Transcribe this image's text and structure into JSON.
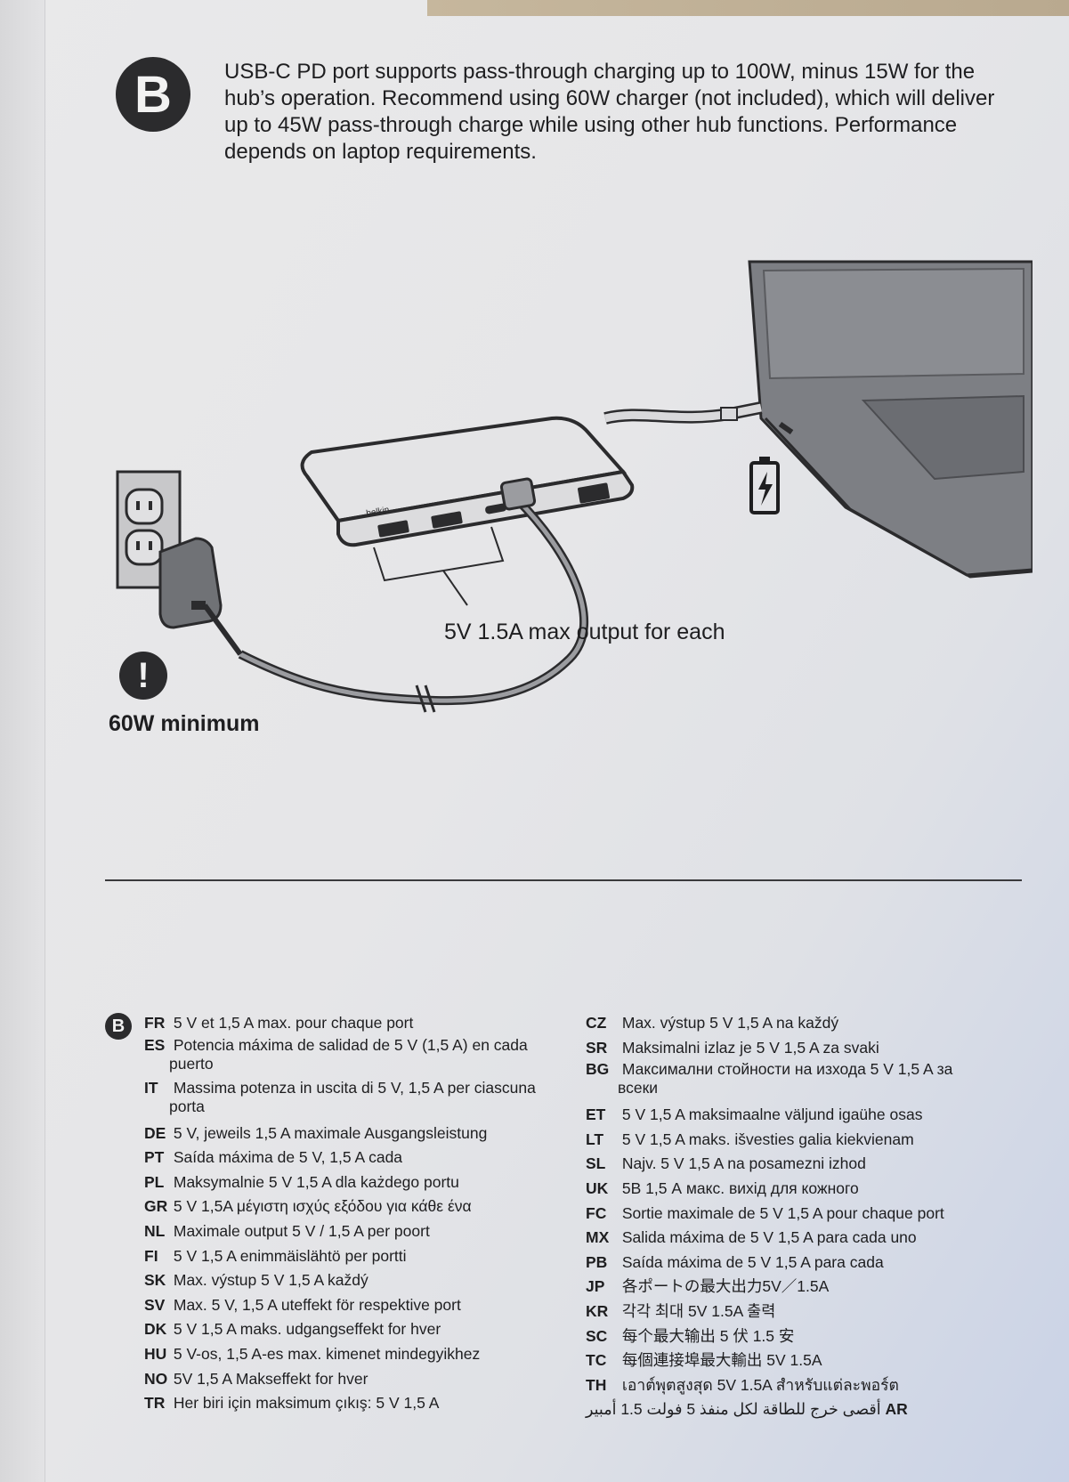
{
  "section_badge": "B",
  "intro_text": "USB-C PD port supports pass-through charging up to 100W, minus 15W for the hub’s operation. Recommend using 60W charger (not included), which will deliver up to 45W pass-through charge while using other hub functions. Performance depends on laptop requirements.",
  "diagram": {
    "hub_brand": "belkin",
    "warning_symbol": "!",
    "charger_label": "60W minimum",
    "output_label": "5V 1.5A max output for each",
    "colors": {
      "ink": "#2b2b2d",
      "line": "#3a3a3c"
    }
  },
  "translations_left": [
    {
      "code": "FR",
      "text": "5 V et 1,5 A max. pour chaque port"
    },
    {
      "code": "ES",
      "text": "Potencia máxima de salidad de 5 V (1,5 A) en cada puerto"
    },
    {
      "code": "IT",
      "text": "Massima potenza in uscita di 5 V, 1,5 A per ciascuna porta"
    },
    {
      "code": "DE",
      "text": "5 V, jeweils 1,5 A maximale Ausgangsleistung"
    },
    {
      "code": "PT",
      "text": "Saída máxima de 5 V, 1,5 A cada"
    },
    {
      "code": "PL",
      "text": "Maksymalnie 5 V 1,5 A dla każdego portu"
    },
    {
      "code": "GR",
      "text": "5 V 1,5A μέγιστη ισχύς εξόδου για κάθε ένα"
    },
    {
      "code": "NL",
      "text": "Maximale output 5 V / 1,5 A per poort"
    },
    {
      "code": "FI",
      "text": "5 V 1,5 A enimmäislähtö per portti"
    },
    {
      "code": "SK",
      "text": "Max. výstup 5 V 1,5 A každý"
    },
    {
      "code": "SV",
      "text": "Max. 5 V, 1,5 A uteffekt för respektive port"
    },
    {
      "code": "DK",
      "text": "5 V 1,5 A maks. udgangseffekt for hver"
    },
    {
      "code": "HU",
      "text": "5 V-os, 1,5 A-es max. kimenet mindegyikhez"
    },
    {
      "code": "NO",
      "text": "5V 1,5 A Makseffekt for hver"
    },
    {
      "code": "TR",
      "text": "Her biri için maksimum çıkış: 5 V 1,5 A"
    }
  ],
  "translations_right": [
    {
      "code": "CZ",
      "text": "Max. výstup 5 V 1,5 A na každý"
    },
    {
      "code": "SR",
      "text": "Maksimalni izlaz je 5 V 1,5 A za svaki"
    },
    {
      "code": "BG",
      "text": "Максимални стойности на изхода 5 V 1,5 A за всеки"
    },
    {
      "code": "ET",
      "text": "5 V 1,5 A maksimaalne väljund igaühe osas"
    },
    {
      "code": "LT",
      "text": "5 V 1,5 A maks. išvesties galia kiekvienam"
    },
    {
      "code": "SL",
      "text": "Najv. 5 V 1,5 A na posamezni izhod"
    },
    {
      "code": "UK",
      "text": "5В 1,5 А макс. вихід для кожного"
    },
    {
      "code": "FC",
      "text": "Sortie maximale de 5 V 1,5 A pour chaque port"
    },
    {
      "code": "MX",
      "text": "Salida máxima de 5 V 1,5 A para cada uno"
    },
    {
      "code": "PB",
      "text": "Saída máxima de 5 V 1,5 A para cada"
    },
    {
      "code": "JP",
      "text": "各ポートの最大出力5V／1.5A"
    },
    {
      "code": "KR",
      "text": "각각 최대 5V 1.5A 출력"
    },
    {
      "code": "SC",
      "text": "每个最大输出 5 伏 1.5 安"
    },
    {
      "code": "TC",
      "text": "每個連接埠最大輸出 5V 1.5A"
    },
    {
      "code": "TH",
      "text": "เอาต์พุตสูงสุด 5V 1.5A สำหรับแต่ละพอร์ต"
    },
    {
      "code": "AR",
      "text": "أقصى خرج للطاقة لكل منفذ 5 فولت 1.5 أمبير"
    }
  ]
}
